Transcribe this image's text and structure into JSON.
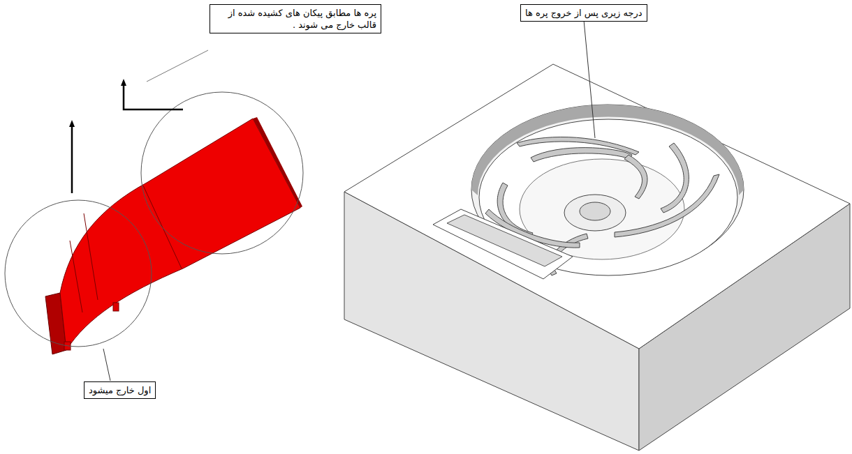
{
  "diagram": {
    "nodes": [
      {
        "text": [
          "پره ها مطابق پیکان های کشیده شده از قالب خارج می شوند ."
        ]
      },
      {
        "text": [
          "درجه زیری پس از خروج پره ها"
        ]
      },
      {
        "text": [
          "اول خارج میشود"
        ]
      }
    ]
  }
}
